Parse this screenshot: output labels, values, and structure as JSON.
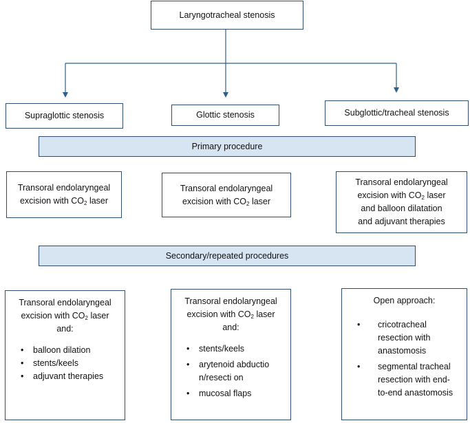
{
  "root": "Laryngotracheal stenosis",
  "categories": [
    "Supraglottic stenosis",
    "Glottic stenosis",
    "Subglottic/tracheal stenosis"
  ],
  "primary": {
    "label": "Primary procedure",
    "items": [
      {
        "line1": "Transoral endolaryngeal",
        "line2_pre": "excision with CO",
        "sub": "2",
        "line2_post": " laser",
        "extra": []
      },
      {
        "line1": "Transoral endolaryngeal",
        "line2_pre": "excision with CO",
        "sub": "2",
        "line2_post": " laser",
        "extra": []
      },
      {
        "line1": "Transoral endolaryngeal",
        "line2_pre": "excision with CO",
        "sub": "2",
        "line2_post": " laser",
        "extra": [
          "and balloon dilatation",
          "and adjuvant therapies"
        ]
      }
    ]
  },
  "secondary": {
    "label": "Secondary/repeated procedures",
    "left": {
      "line1": "Transoral endolaryngeal",
      "line2_pre": "excision with CO",
      "sub": "2",
      "line2_post": " laser",
      "line3": "and:",
      "bullets": [
        "balloon dilation",
        "stents/keels",
        "adjuvant therapies"
      ]
    },
    "middle": {
      "line1": "Transoral endolaryngeal",
      "line2_pre": "excision with CO",
      "sub": "2",
      "line2_post": " laser",
      "line3": "and:",
      "bullets": [
        "stents/keels",
        "arytenoid abduction/resecti on",
        "mucosal flaps"
      ]
    },
    "right": {
      "heading": "Open approach:",
      "bullets": [
        "cricotracheal resection with anastomosis",
        "segmental tracheal resection with end-to-end anastomosis"
      ]
    }
  },
  "colors": {
    "border": "#2f4d6e",
    "band_fill": "#d7e4f1",
    "arrow": "#2f5f8a"
  }
}
